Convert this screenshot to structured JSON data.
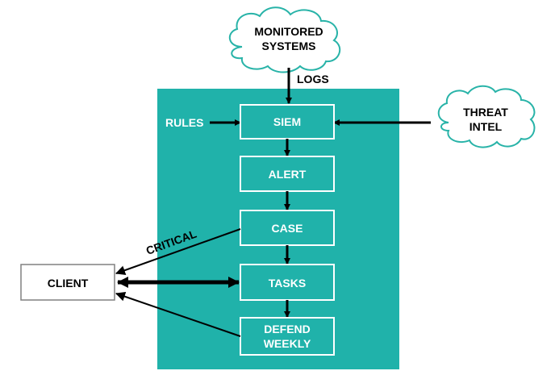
{
  "colors": {
    "teal": "#20b2aa",
    "box_border": "#ffffff",
    "arrow": "#000000",
    "cloud_border": "#28b3a8",
    "client_border": "#808080"
  },
  "clouds": {
    "monitored_line1": "MONITORED",
    "monitored_line2": "SYSTEMS",
    "threat_line1": "THREAT",
    "threat_line2": "INTEL"
  },
  "labels": {
    "logs": "LOGS",
    "rules": "RULES",
    "critical": "CRITICAL"
  },
  "boxes": {
    "siem": "SIEM",
    "alert": "ALERT",
    "case": "CASE",
    "tasks": "TASKS",
    "defend_line1": "DEFEND",
    "defend_line2": "WEEKLY"
  },
  "client": {
    "label": "CLIENT"
  }
}
